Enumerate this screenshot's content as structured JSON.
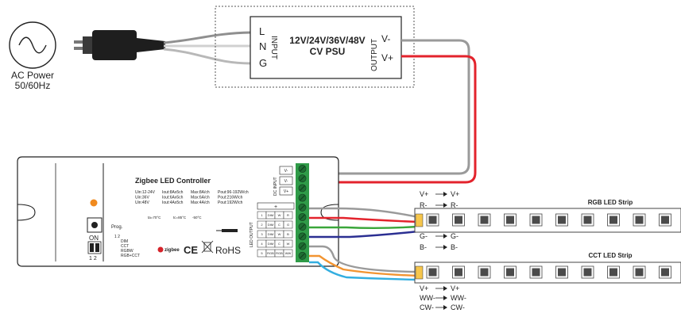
{
  "ac": {
    "label1": "AC Power",
    "label2": "50/60Hz"
  },
  "psu": {
    "title1": "12V/24V/36V/48V",
    "title2": "CV PSU",
    "input_label": "INPUT",
    "output_label": "OUTPUT",
    "in_pins": [
      "L",
      "N",
      "G"
    ],
    "out_pins": [
      "V-",
      "V+"
    ]
  },
  "controller": {
    "title": "Zigbee LED Controller",
    "spec_rows": [
      [
        "Uin:12-24V",
        "Iout:8Ax5ch",
        "Max:8A/ch",
        "Pout:96-192W/ch"
      ],
      [
        "Uin:36V",
        "Iout:6Ax5ch",
        "Max:6A/ch",
        "Pout:216W/ch"
      ],
      [
        "Uin:48V",
        "Iout:4Ax5ch",
        "Max:4A/ch",
        "Pout:192W/ch"
      ]
    ],
    "temps": [
      "ta=70°C",
      "tc=85°C",
      "-50°C"
    ],
    "prog_label": "Prog.",
    "on_label": "ON",
    "switch_nums": "1 2",
    "modes": [
      "1 2",
      "DIM",
      "CCT",
      "RGBW",
      "RGB+CCT"
    ],
    "dc_input_label": "DC INPUT",
    "led_output_label": "LED OUTPUT",
    "dc_pins": [
      "V-",
      "V-",
      "V+"
    ],
    "out_plus": "+",
    "out_rows": [
      [
        "1",
        "DIM",
        "W",
        "R"
      ],
      [
        "2",
        "DIM",
        "C",
        "G"
      ],
      [
        "3",
        "DIM",
        "W",
        "B"
      ],
      [
        "4",
        "DIM",
        "C",
        "W"
      ],
      [
        "5",
        "RGB",
        "RGB",
        "WW"
      ]
    ],
    "zigbee_label": "zigbee",
    "ce_label": "CE",
    "rohs_label": "RoHS"
  },
  "rgb_strip": {
    "title": "RGB LED Strip",
    "pins": [
      [
        "V+",
        "V+"
      ],
      [
        "R-",
        "R-"
      ],
      [
        "G-",
        "G-"
      ],
      [
        "B-",
        "B-"
      ]
    ]
  },
  "cct_strip": {
    "title": "CCT LED Strip",
    "pins": [
      [
        "V+",
        "V+"
      ],
      [
        "WW-",
        "WW-"
      ],
      [
        "CW-",
        "CW-"
      ]
    ]
  },
  "wire_colors": {
    "neg": "#9a9a9a",
    "pos": "#e3232c",
    "green": "#3aa63a",
    "blue": "#2b2f92",
    "orange": "#f29431",
    "cyan": "#33aee0",
    "black": "#222222"
  }
}
